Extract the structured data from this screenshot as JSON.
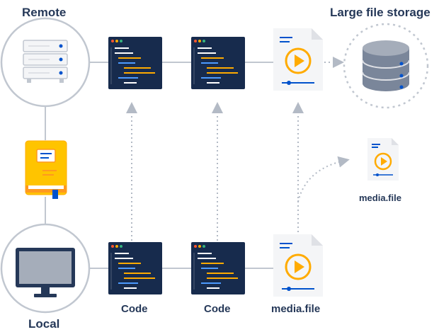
{
  "labels": {
    "remote": "Remote",
    "local": "Local",
    "large_file_storage": "Large file storage",
    "code_1": "Code",
    "code_2": "Code",
    "media_file_bottom": "media.file",
    "media_file_floating": "media.file"
  },
  "icons": {
    "remote_server": "server-rack-icon",
    "repository_book": "book-icon",
    "local_computer": "monitor-icon",
    "code_file": "code-window-icon",
    "media_file": "media-file-icon",
    "storage": "database-icon"
  },
  "colors": {
    "node_ring": "#c1c7d0",
    "connector": "#c1c7d0",
    "arrow": "#b3bac5",
    "code_bg": "#172b4d",
    "media_accent": "#ffab00",
    "label_text": "#253858",
    "media_line": "#0052cc"
  }
}
